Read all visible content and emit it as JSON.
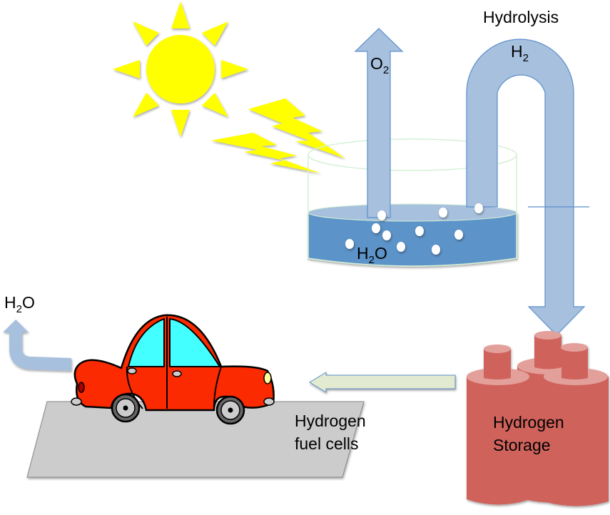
{
  "diagram": {
    "title": "Solar hydrogen energy cycle",
    "labels": {
      "hydrolysis": "Hydrolysis",
      "oxygen": {
        "base": "O",
        "sub": "2"
      },
      "hydrogen": {
        "base": "H",
        "sub": "2"
      },
      "water_tank": {
        "base": "H",
        "sub": "2",
        "tail": "O"
      },
      "water_exhaust": {
        "base": "H",
        "sub": "2",
        "tail": "O"
      },
      "fuel_cells_line1": "Hydrogen",
      "fuel_cells_line2": "fuel cells",
      "storage_line1": "Hydrogen",
      "storage_line2": "Storage"
    },
    "colors": {
      "sun": "#ffff00",
      "arrow_blue": "#a7c0de",
      "arrow_blue_stroke": "#5b8fcb",
      "water": "#5b93c8",
      "water_top": "#a7c0de",
      "storage_red": "#cf635c",
      "storage_red_light": "#e3a09b",
      "feed_arrow": "#e2ead0",
      "road": "#cccccc",
      "car_body": "#fb2a00",
      "car_window": "#44ffff"
    },
    "nodes": [
      "Sun",
      "Water electrolysis tank",
      "Hydrogen Storage",
      "Hydrogen fuel cells car"
    ],
    "flows": [
      {
        "from": "Sun",
        "to": "Water electrolysis tank",
        "label": "light"
      },
      {
        "from": "Water electrolysis tank",
        "to": "Air",
        "label": "O2"
      },
      {
        "from": "Water electrolysis tank",
        "to": "Hydrogen Storage",
        "label": "H2"
      },
      {
        "from": "Hydrogen Storage",
        "to": "Hydrogen fuel cells car",
        "label": ""
      },
      {
        "from": "Hydrogen fuel cells car",
        "to": "Air",
        "label": "H2O"
      }
    ]
  }
}
